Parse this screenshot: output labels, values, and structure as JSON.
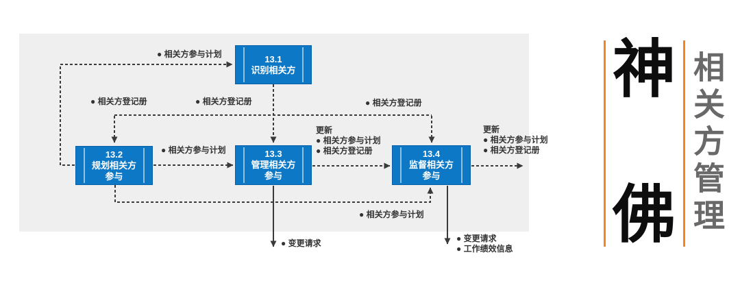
{
  "diagram": {
    "panel_color": "#efefef",
    "process_color": "#0d78c6",
    "line_color": "#3a3a3a",
    "processes": [
      {
        "id": "13.1",
        "name": "识别相关方"
      },
      {
        "id": "13.2",
        "name": "规划相关方\n参与"
      },
      {
        "id": "13.3",
        "name": "管理相关方\n参与"
      },
      {
        "id": "13.4",
        "name": "监督相关方\n参与"
      }
    ],
    "flow_labels": {
      "plan_to_131": "● 相关方参与计划",
      "register_left": "● 相关方登记册",
      "register_mid": "● 相关方登记册",
      "register_right": "● 相关方登记册",
      "plan_132_133": "● 相关方参与计划",
      "updates_133_134": "更新\n● 相关方参与计划\n● 相关方登记册",
      "updates_134_out": "更新\n● 相关方参与计划\n● 相关方登记册",
      "plan_to_134_bottom": "● 相关方参与计划",
      "change_request_133": "● 变更请求",
      "outputs_134": "● 变更请求\n● 工作绩效信息"
    }
  },
  "sidebar": {
    "brand_char_top": "神",
    "brand_char_bottom": "佛",
    "vertical_title": "相关方管理",
    "accent_orange": "#f5831f",
    "title_color": "#696969"
  }
}
